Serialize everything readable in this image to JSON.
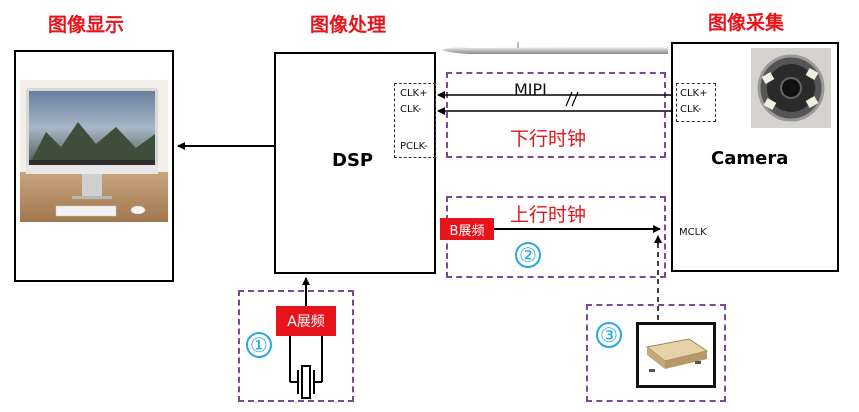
{
  "sections": {
    "display_title": "图像显示",
    "processing_title": "图像处理",
    "capture_title": "图像采集"
  },
  "dsp": {
    "label": "DSP",
    "pins": [
      "CLK+",
      "CLK-",
      "PCLK-"
    ]
  },
  "camera": {
    "label": "Camera",
    "pins": [
      "CLK+",
      "CLK-"
    ],
    "mclk": "MCLK"
  },
  "links": {
    "mipi": "MIPI",
    "downstream_clock": "下行时钟",
    "upstream_clock": "上行时钟"
  },
  "spread": {
    "a": "A展频",
    "b": "B展频"
  },
  "markers": {
    "one": "①",
    "two": "②",
    "three": "③"
  },
  "colors": {
    "title_red": "#e8141b",
    "dash_purple": "#7a4a9a",
    "marker_blue": "#29a8e0"
  }
}
